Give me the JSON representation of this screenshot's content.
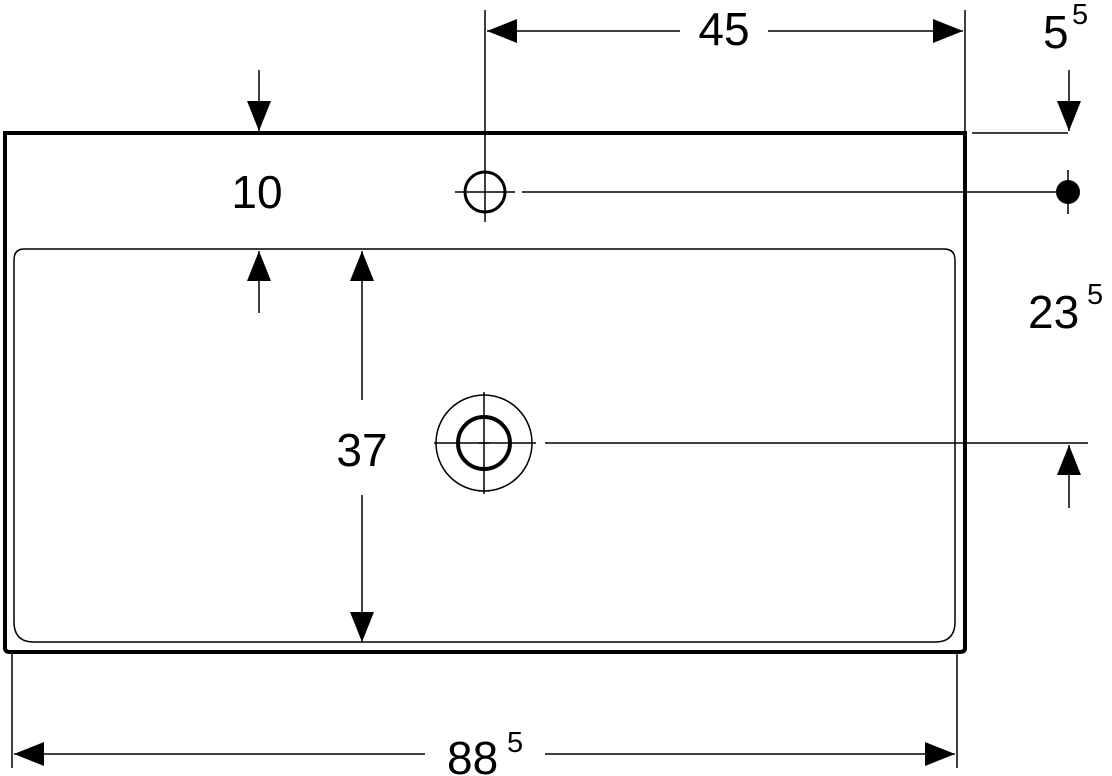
{
  "drawing": {
    "line_color": "#000000",
    "background": "#ffffff"
  },
  "dimensions": {
    "tap_hole_to_edge": {
      "value": "45"
    },
    "back_edge_to_tap": {
      "value": "5",
      "sup": "5"
    },
    "rim_width": {
      "value": "10"
    },
    "basin_depth": {
      "value": "37"
    },
    "tap_to_drain": {
      "value": "23",
      "sup": "5"
    },
    "total_width": {
      "value": "88",
      "sup": "5"
    }
  }
}
